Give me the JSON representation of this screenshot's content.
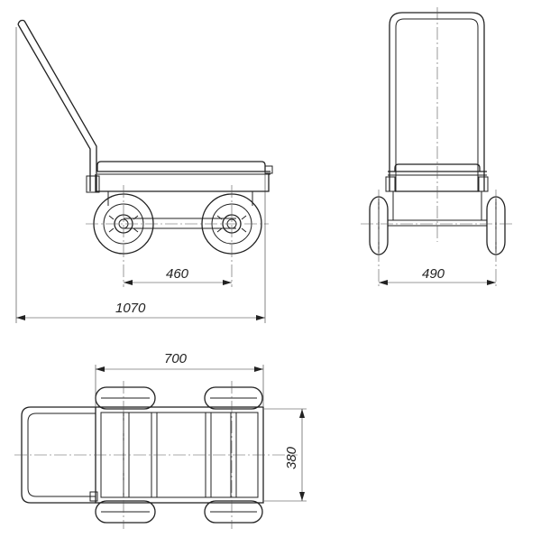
{
  "dimensions": {
    "wheelbase": "460",
    "overall_length": "1070",
    "track_width": "490",
    "platform_length": "700",
    "platform_width": "380"
  }
}
